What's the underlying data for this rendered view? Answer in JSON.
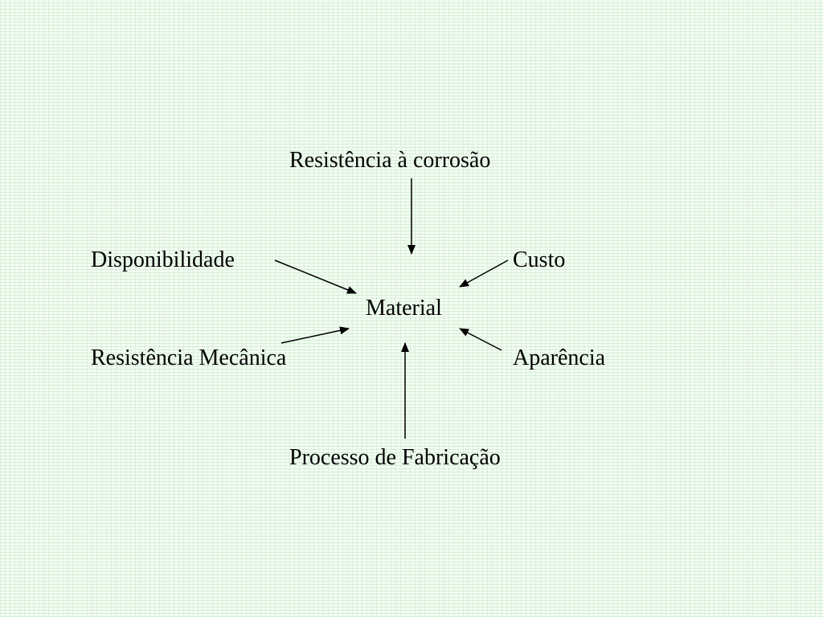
{
  "diagram": {
    "center": "Material",
    "nodes": {
      "corrosao": "Resistência à corrosão",
      "disponibilidade": "Disponibilidade",
      "custo": "Custo",
      "resistencia_mecanica": "Resistência Mecânica",
      "aparencia": "Aparência",
      "processo": "Processo de Fabricação"
    },
    "edges": [
      {
        "from": "corrosao",
        "to": "center"
      },
      {
        "from": "disponibilidade",
        "to": "center"
      },
      {
        "from": "custo",
        "to": "center"
      },
      {
        "from": "resistencia_mecanica",
        "to": "center"
      },
      {
        "from": "aparencia",
        "to": "center"
      },
      {
        "from": "processo",
        "to": "center"
      }
    ],
    "colors": {
      "background": "#f3fbf3",
      "grid": "#96d796",
      "text": "#000000",
      "arrow": "#000000"
    }
  }
}
